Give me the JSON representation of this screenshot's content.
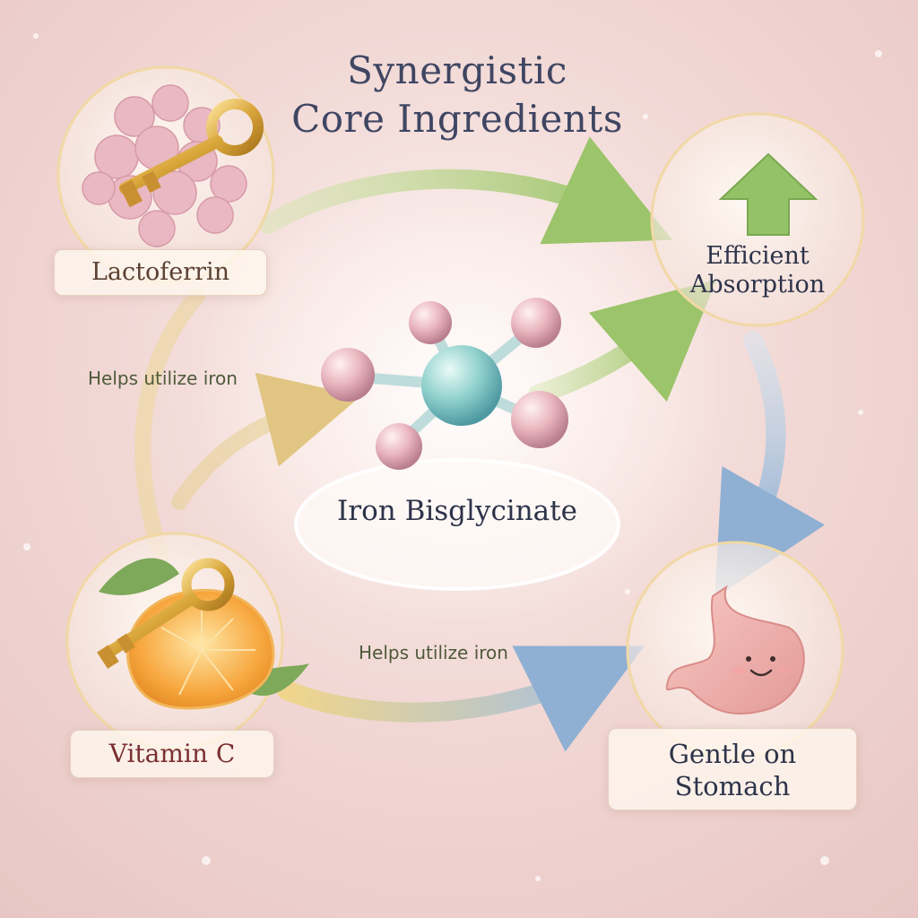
{
  "title": {
    "line1": "Synergistic",
    "line2": "Core Ingredients"
  },
  "center": {
    "label": "Iron Bisglycinate",
    "icon": "molecule-icon"
  },
  "ingredients": [
    {
      "label": "Lactoferrin",
      "icon": "protein-cluster-with-key-icon"
    },
    {
      "label": "Vitamin C",
      "icon": "orange-slice-with-key-icon"
    }
  ],
  "benefits": [
    {
      "line1": "Efficient",
      "line2": "Absorption",
      "icon": "up-arrow-icon"
    },
    {
      "line1": "Gentle on",
      "line2": "Stomach",
      "icon": "smiling-stomach-icon"
    }
  ],
  "connections": [
    {
      "label": "Helps utilize iron"
    },
    {
      "label": "Helps utilize iron"
    }
  ],
  "colors": {
    "title": "#3f4663",
    "arrow_green": "#9cc46a",
    "arrow_blue": "#9fb8d6",
    "arrow_gold": "#e3c27a",
    "key_gold": "#d9a63a",
    "background": "#f2d9d6"
  }
}
